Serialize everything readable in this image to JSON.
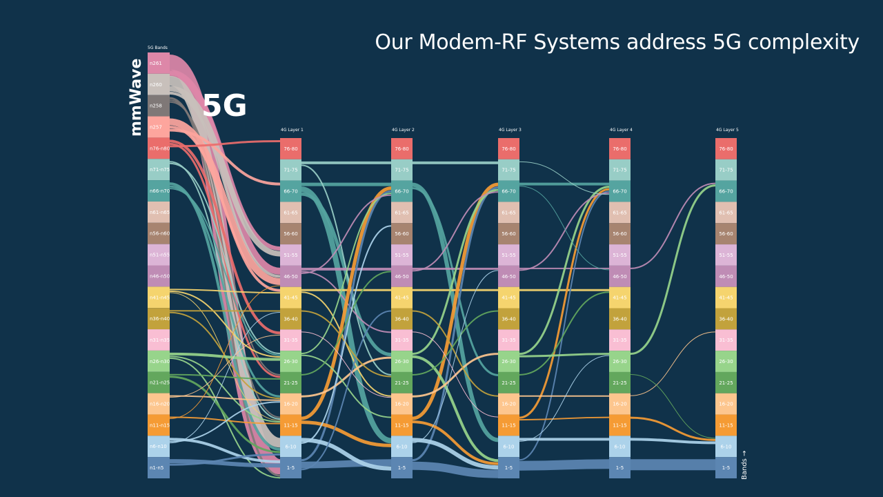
{
  "slide": {
    "title": "Our Modem-RF Systems address 5G complexity"
  },
  "diagram": {
    "overlay_label": "5G",
    "side_label": "mmWave",
    "axis_hint": "Bands →",
    "source_column": {
      "header": "5G Bands",
      "bands": [
        {
          "label": "n261",
          "color": "#dd87a8"
        },
        {
          "label": "n260",
          "color": "#c8c0bb"
        },
        {
          "label": "n258",
          "color": "#7f7877"
        },
        {
          "label": "n257",
          "color": "#fda59d"
        },
        {
          "label": "n76-n80",
          "color": "#ea6d6b"
        },
        {
          "label": "n71-n75",
          "color": "#98cdc6"
        },
        {
          "label": "n66-n70",
          "color": "#55a4a0"
        },
        {
          "label": "n61-n65",
          "color": "#e0bfb1"
        },
        {
          "label": "n56-n60",
          "color": "#a78470"
        },
        {
          "label": "n51-n55",
          "color": "#dcb4d6"
        },
        {
          "label": "n46-n50",
          "color": "#bf8cb5"
        },
        {
          "label": "n41-n45",
          "color": "#f5d46e"
        },
        {
          "label": "n36-n40",
          "color": "#c2a23c"
        },
        {
          "label": "n31-n35",
          "color": "#f9bed3"
        },
        {
          "label": "n26-n30",
          "color": "#97d48b"
        },
        {
          "label": "n21-n25",
          "color": "#63a75d"
        },
        {
          "label": "n16-n20",
          "color": "#fdc68e"
        },
        {
          "label": "n11-n15",
          "color": "#f59b34"
        },
        {
          "label": "n6-n10",
          "color": "#acd2ea"
        },
        {
          "label": "n1-n5",
          "color": "#5c86b2"
        }
      ]
    },
    "layer_columns": [
      {
        "header": "4G Layer 1"
      },
      {
        "header": "4G Layer 2"
      },
      {
        "header": "4G Layer 3"
      },
      {
        "header": "4G Layer 4"
      },
      {
        "header": "4G Layer 5"
      }
    ],
    "layer_bands": [
      {
        "label": "76-80",
        "color": "#ea6d6b"
      },
      {
        "label": "71-75",
        "color": "#98cdc6"
      },
      {
        "label": "66-70",
        "color": "#55a4a0"
      },
      {
        "label": "61-65",
        "color": "#e0bfb1"
      },
      {
        "label": "56-60",
        "color": "#a78470"
      },
      {
        "label": "51-55",
        "color": "#dcb4d6"
      },
      {
        "label": "46-50",
        "color": "#bf8cb5"
      },
      {
        "label": "41-45",
        "color": "#f5d46e"
      },
      {
        "label": "36-40",
        "color": "#c2a23c"
      },
      {
        "label": "31-35",
        "color": "#f9bed3"
      },
      {
        "label": "26-30",
        "color": "#97d48b"
      },
      {
        "label": "21-25",
        "color": "#63a75d"
      },
      {
        "label": "16-20",
        "color": "#fdc68e"
      },
      {
        "label": "11-15",
        "color": "#f59b34"
      },
      {
        "label": "6-10",
        "color": "#acd2ea"
      },
      {
        "label": "1-5",
        "color": "#5c86b2"
      }
    ],
    "flows_stage0": [
      {
        "from": 0,
        "to": 15,
        "w": 22
      },
      {
        "from": 0,
        "to": 6,
        "w": 10
      },
      {
        "from": 0,
        "to": 5,
        "w": 6
      },
      {
        "from": 1,
        "to": 14,
        "w": 14
      },
      {
        "from": 1,
        "to": 5,
        "w": 8
      },
      {
        "from": 1,
        "to": 6,
        "w": 4
      },
      {
        "from": 2,
        "to": 15,
        "w": 3
      },
      {
        "from": 2,
        "to": 13,
        "w": 2
      },
      {
        "from": 2,
        "to": 11,
        "w": 2
      },
      {
        "from": 3,
        "to": 6,
        "w": 10
      },
      {
        "from": 3,
        "to": 7,
        "w": 4
      },
      {
        "from": 3,
        "to": 2,
        "w": 4
      },
      {
        "from": 4,
        "to": 9,
        "w": 4
      },
      {
        "from": 4,
        "to": 11,
        "w": 3
      },
      {
        "from": 4,
        "to": 0,
        "w": 3
      },
      {
        "from": 5,
        "to": 13,
        "w": 2
      },
      {
        "from": 5,
        "to": 10,
        "w": 2
      },
      {
        "from": 6,
        "to": 14,
        "w": 4
      },
      {
        "from": 6,
        "to": 12,
        "w": 3
      },
      {
        "from": 6,
        "to": 10,
        "w": 2
      },
      {
        "from": 11,
        "to": 7,
        "w": 2
      },
      {
        "from": 11,
        "to": 10,
        "w": 2
      },
      {
        "from": 11,
        "to": 13,
        "w": 1
      },
      {
        "from": 12,
        "to": 8,
        "w": 2
      },
      {
        "from": 12,
        "to": 12,
        "w": 2
      },
      {
        "from": 14,
        "to": 10,
        "w": 4
      },
      {
        "from": 14,
        "to": 13,
        "w": 2
      },
      {
        "from": 14,
        "to": 15,
        "w": 2
      },
      {
        "from": 15,
        "to": 11,
        "w": 2
      },
      {
        "from": 15,
        "to": 14,
        "w": 3
      },
      {
        "from": 16,
        "to": 12,
        "w": 2
      },
      {
        "from": 16,
        "to": 9,
        "w": 1
      },
      {
        "from": 17,
        "to": 13,
        "w": 2
      },
      {
        "from": 17,
        "to": 6,
        "w": 1
      },
      {
        "from": 18,
        "to": 15,
        "w": 4
      },
      {
        "from": 18,
        "to": 12,
        "w": 2
      },
      {
        "from": 18,
        "to": 8,
        "w": 1
      },
      {
        "from": 19,
        "to": 15,
        "w": 6
      },
      {
        "from": 19,
        "to": 14,
        "w": 3
      }
    ],
    "flows_layers": [
      [
        {
          "from": 1,
          "to": 1,
          "w": 4
        },
        {
          "from": 2,
          "to": 2,
          "w": 5
        },
        {
          "from": 2,
          "to": 14,
          "w": 8
        },
        {
          "from": 2,
          "to": 10,
          "w": 5
        },
        {
          "from": 1,
          "to": 11,
          "w": 2
        },
        {
          "from": 6,
          "to": 6,
          "w": 4
        },
        {
          "from": 6,
          "to": 9,
          "w": 2
        },
        {
          "from": 7,
          "to": 7,
          "w": 3
        },
        {
          "from": 7,
          "to": 12,
          "w": 2
        },
        {
          "from": 13,
          "to": 2,
          "w": 5
        },
        {
          "from": 15,
          "to": 2,
          "w": 3
        },
        {
          "from": 10,
          "to": 2,
          "w": 2
        },
        {
          "from": 6,
          "to": 2,
          "w": 2
        },
        {
          "from": 13,
          "to": 14,
          "w": 5
        },
        {
          "from": 12,
          "to": 10,
          "w": 3
        },
        {
          "from": 10,
          "to": 13,
          "w": 2
        },
        {
          "from": 15,
          "to": 15,
          "w": 10
        },
        {
          "from": 14,
          "to": 15,
          "w": 6
        },
        {
          "from": 15,
          "to": 8,
          "w": 2
        },
        {
          "from": 8,
          "to": 11,
          "w": 2
        },
        {
          "from": 11,
          "to": 6,
          "w": 2
        },
        {
          "from": 14,
          "to": 4,
          "w": 2
        },
        {
          "from": 9,
          "to": 12,
          "w": 1
        }
      ],
      [
        {
          "from": 1,
          "to": 1,
          "w": 4
        },
        {
          "from": 2,
          "to": 14,
          "w": 6
        },
        {
          "from": 2,
          "to": 11,
          "w": 3
        },
        {
          "from": 6,
          "to": 6,
          "w": 3
        },
        {
          "from": 7,
          "to": 7,
          "w": 3
        },
        {
          "from": 13,
          "to": 2,
          "w": 5
        },
        {
          "from": 15,
          "to": 2,
          "w": 3
        },
        {
          "from": 10,
          "to": 2,
          "w": 3
        },
        {
          "from": 6,
          "to": 2,
          "w": 2
        },
        {
          "from": 10,
          "to": 15,
          "w": 4
        },
        {
          "from": 13,
          "to": 15,
          "w": 4
        },
        {
          "from": 14,
          "to": 15,
          "w": 6
        },
        {
          "from": 15,
          "to": 15,
          "w": 12
        },
        {
          "from": 12,
          "to": 10,
          "w": 3
        },
        {
          "from": 8,
          "to": 12,
          "w": 2
        },
        {
          "from": 11,
          "to": 8,
          "w": 2
        },
        {
          "from": 14,
          "to": 6,
          "w": 1
        },
        {
          "from": 9,
          "to": 13,
          "w": 1
        }
      ],
      [
        {
          "from": 2,
          "to": 2,
          "w": 4
        },
        {
          "from": 6,
          "to": 6,
          "w": 2
        },
        {
          "from": 7,
          "to": 7,
          "w": 3
        },
        {
          "from": 10,
          "to": 2,
          "w": 3
        },
        {
          "from": 13,
          "to": 2,
          "w": 3
        },
        {
          "from": 15,
          "to": 2,
          "w": 2
        },
        {
          "from": 6,
          "to": 2,
          "w": 2
        },
        {
          "from": 11,
          "to": 7,
          "w": 2
        },
        {
          "from": 10,
          "to": 10,
          "w": 3
        },
        {
          "from": 12,
          "to": 12,
          "w": 2
        },
        {
          "from": 13,
          "to": 13,
          "w": 2
        },
        {
          "from": 14,
          "to": 14,
          "w": 4
        },
        {
          "from": 15,
          "to": 15,
          "w": 14
        },
        {
          "from": 2,
          "to": 6,
          "w": 1
        },
        {
          "from": 14,
          "to": 10,
          "w": 1
        },
        {
          "from": 1,
          "to": 2,
          "w": 1
        }
      ],
      [
        {
          "from": 6,
          "to": 2,
          "w": 2
        },
        {
          "from": 10,
          "to": 2,
          "w": 3
        },
        {
          "from": 12,
          "to": 9,
          "w": 1
        },
        {
          "from": 11,
          "to": 14,
          "w": 1
        },
        {
          "from": 13,
          "to": 14,
          "w": 3
        },
        {
          "from": 14,
          "to": 14,
          "w": 4
        },
        {
          "from": 15,
          "to": 15,
          "w": 16
        }
      ]
    ]
  }
}
